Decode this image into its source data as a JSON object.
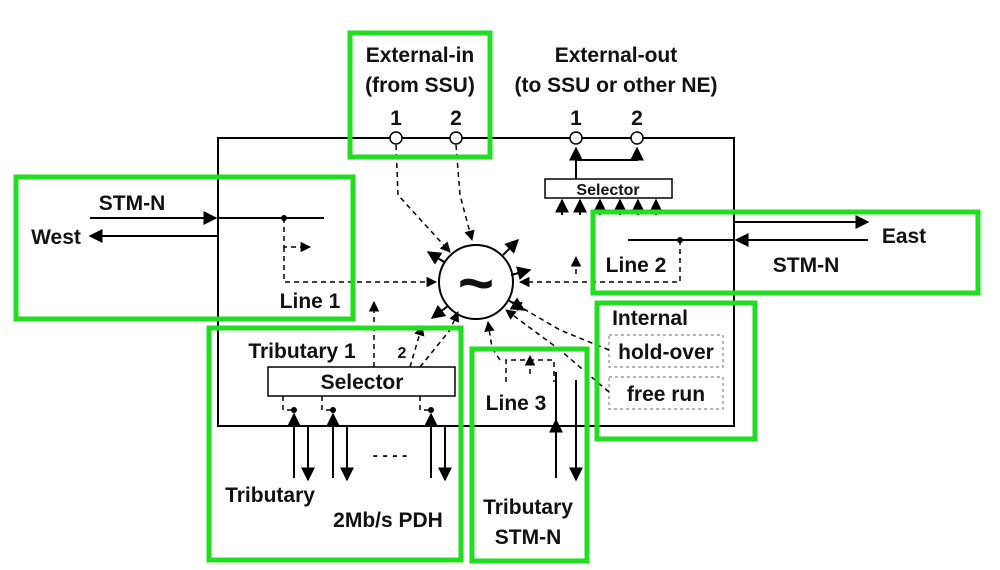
{
  "labels": {
    "external_in_line1": "External-in",
    "external_in_line2": "(from SSU)",
    "external_out_line1": "External-out",
    "external_out_line2": "(to SSU or other NE)",
    "port_in_1": "1",
    "port_in_2": "2",
    "port_out_1": "1",
    "port_out_2": "2",
    "selector_out": "Selector",
    "stm_n_west": "STM-N",
    "west": "West",
    "line_1": "Line 1",
    "east": "East",
    "line_2": "Line 2",
    "stm_n_east": "STM-N",
    "clock_symbol": "~",
    "internal": "Internal",
    "hold_over": "hold-over",
    "free_run": "free run",
    "tributary_1": "Tributary 1",
    "trib_num_2": "2",
    "selector_trib": "Selector",
    "line_3": "Line 3",
    "tributary_pdh_a": "Tributary",
    "tributary_pdh_b": "2Mb/s PDH",
    "tributary_stm_a": "Tributary",
    "tributary_stm_b": "STM-N",
    "dots": "- - - -"
  },
  "colors": {
    "highlight": "#22dd22",
    "stroke": "#000000"
  }
}
